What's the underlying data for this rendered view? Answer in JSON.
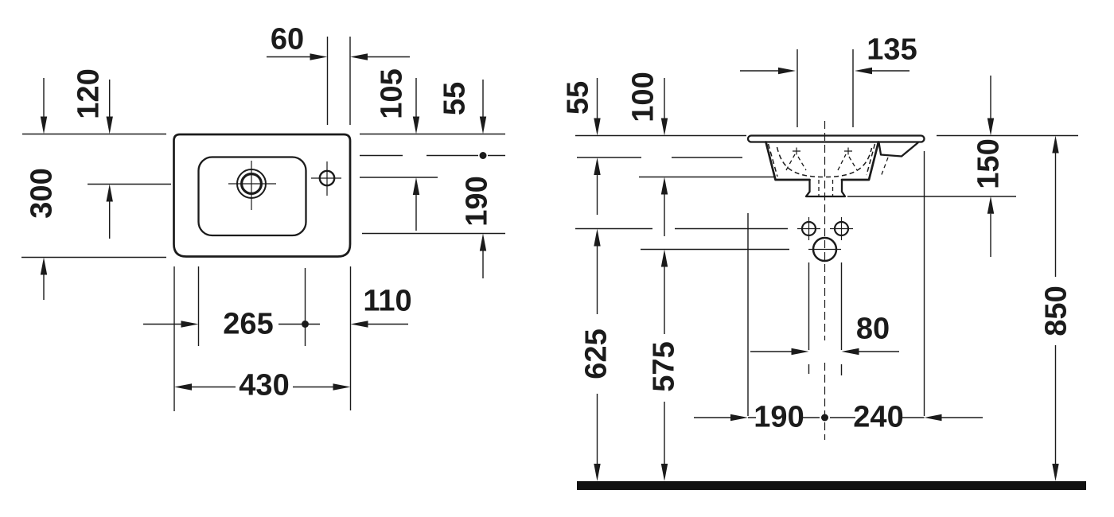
{
  "drawing": {
    "type": "technical-dimension-drawing",
    "views": [
      "plan",
      "front"
    ],
    "colors": {
      "line": "#1b1b1b",
      "background": "#ffffff",
      "floor": "#111111"
    }
  },
  "plan_view": {
    "dims": {
      "tap_offset": "60",
      "rim_to_drain": "120",
      "depth": "300",
      "rim_to_tap": "105",
      "rim_to_bowl": "55",
      "bowl_depth": "190",
      "bowl_width": "265",
      "bowl_to_edge": "110",
      "width": "430"
    }
  },
  "front_view": {
    "dims": {
      "bowl_floor_width": "135",
      "rim_ref_small": "55",
      "rim_ref_large": "100",
      "rim_to_outlet": "150",
      "floor_to_fixings": "625",
      "floor_to_outlet": "575",
      "fixing_spacing": "80",
      "edge_to_axis": "190",
      "axis_to_edge": "240",
      "install_height": "850"
    }
  }
}
